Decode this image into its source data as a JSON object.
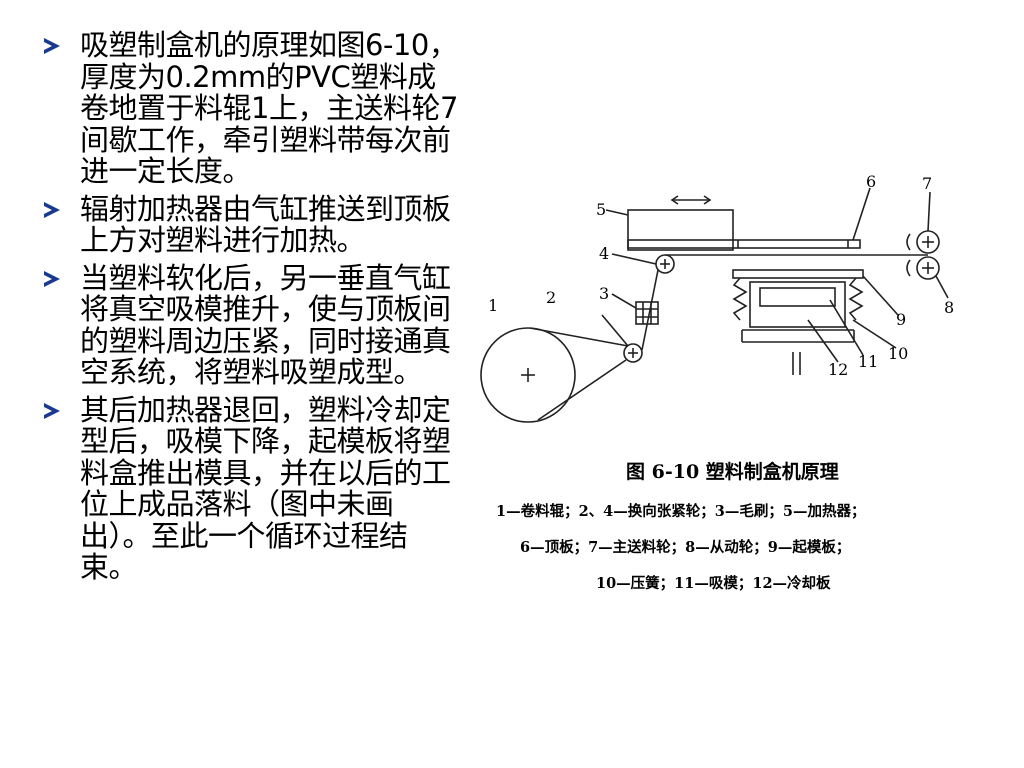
{
  "bullets": [
    {
      "text": "吸塑制盒机的原理如图6-10，厚度为0.2mm的PVC塑料成卷地置于料辊1上，主送料轮7间歇工作，牵引塑料带每次前进一定长度。"
    },
    {
      "text": "辐射加热器由气缸推送到顶板上方对塑料进行加热。"
    },
    {
      "text": "当塑料软化后，另一垂直气缸将真空吸模推升，使与顶板间的塑料周边压紧，同时接通真空系统，将塑料吸塑成型。"
    },
    {
      "text": "其后加热器退回，塑料冷却定型后，吸模下降，起模板将塑料盒推出模具，并在以后的工位上成品落料（图中未画出）。至此一个循环过程结束。"
    }
  ],
  "figure": {
    "caption": "图 6-10   塑料制盒机原理",
    "legend_lines": [
      "1—卷料辊；2、4—换向张紧轮；3—毛刷；5—加热器；",
      "6—顶板；7—主送料轮；8—从动轮；9—起模板；",
      "10—压簧；11—吸模；12—冷却板"
    ],
    "labels": {
      "n1": "1",
      "n2": "2",
      "n3": "3",
      "n4": "4",
      "n5": "5",
      "n6": "6",
      "n7": "7",
      "n8": "8",
      "n9": "9",
      "n10": "10",
      "n11": "11",
      "n12": "12"
    }
  },
  "colors": {
    "bullet_arrow": "#1a3a8f",
    "line": "#222222"
  }
}
